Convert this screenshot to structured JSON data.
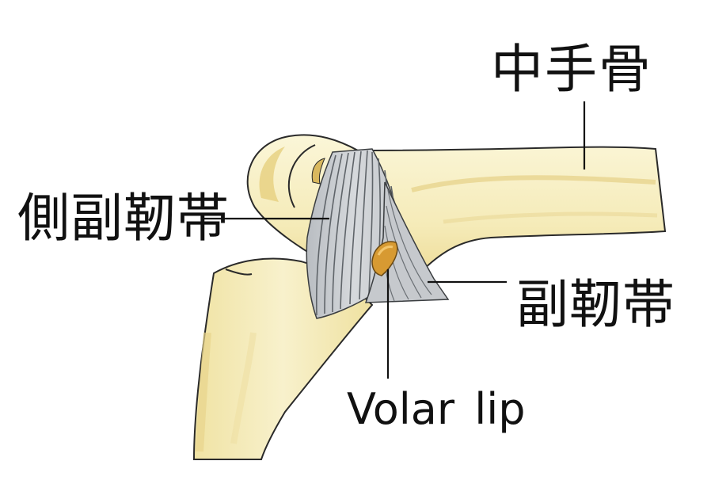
{
  "labels": {
    "metacarpal": "中手骨",
    "collateral_ligament": "側副靭帯",
    "accessory_ligament": "副靭帯",
    "volar_lip": "Volar  lip"
  },
  "colors": {
    "bone_fill": "#f6eec0",
    "bone_shade": "#e8d590",
    "bone_outline": "#2a2a2a",
    "ligament_fill": "#c9cccf",
    "ligament_lines": "#6b7075",
    "volar_lip": "#d79a32",
    "leader_line": "#111111"
  }
}
